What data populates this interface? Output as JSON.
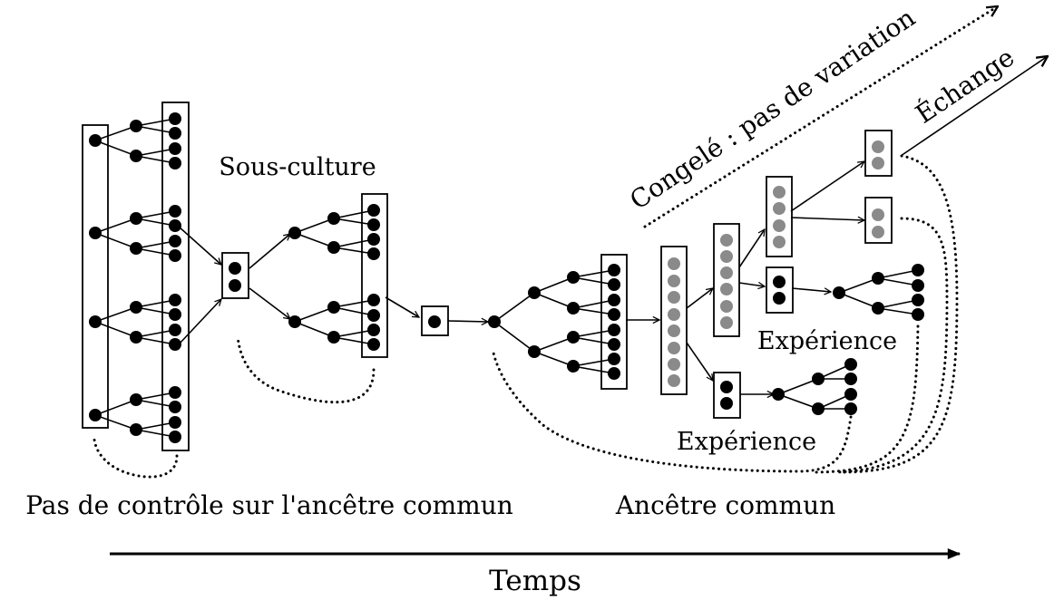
{
  "labels": {
    "subculture": "Sous-culture",
    "frozen": "Congelé : pas de variation",
    "exchange": "Échange",
    "experience_top": "Expérience",
    "experience_bottom": "Expérience",
    "no_control": "Pas de contrôle sur l'ancêtre commun",
    "common_ancestor": "Ancêtre commun",
    "time": "Temps"
  },
  "colors": {
    "active": "#000000",
    "frozen": "#8a8a8a",
    "background": "#ffffff"
  }
}
